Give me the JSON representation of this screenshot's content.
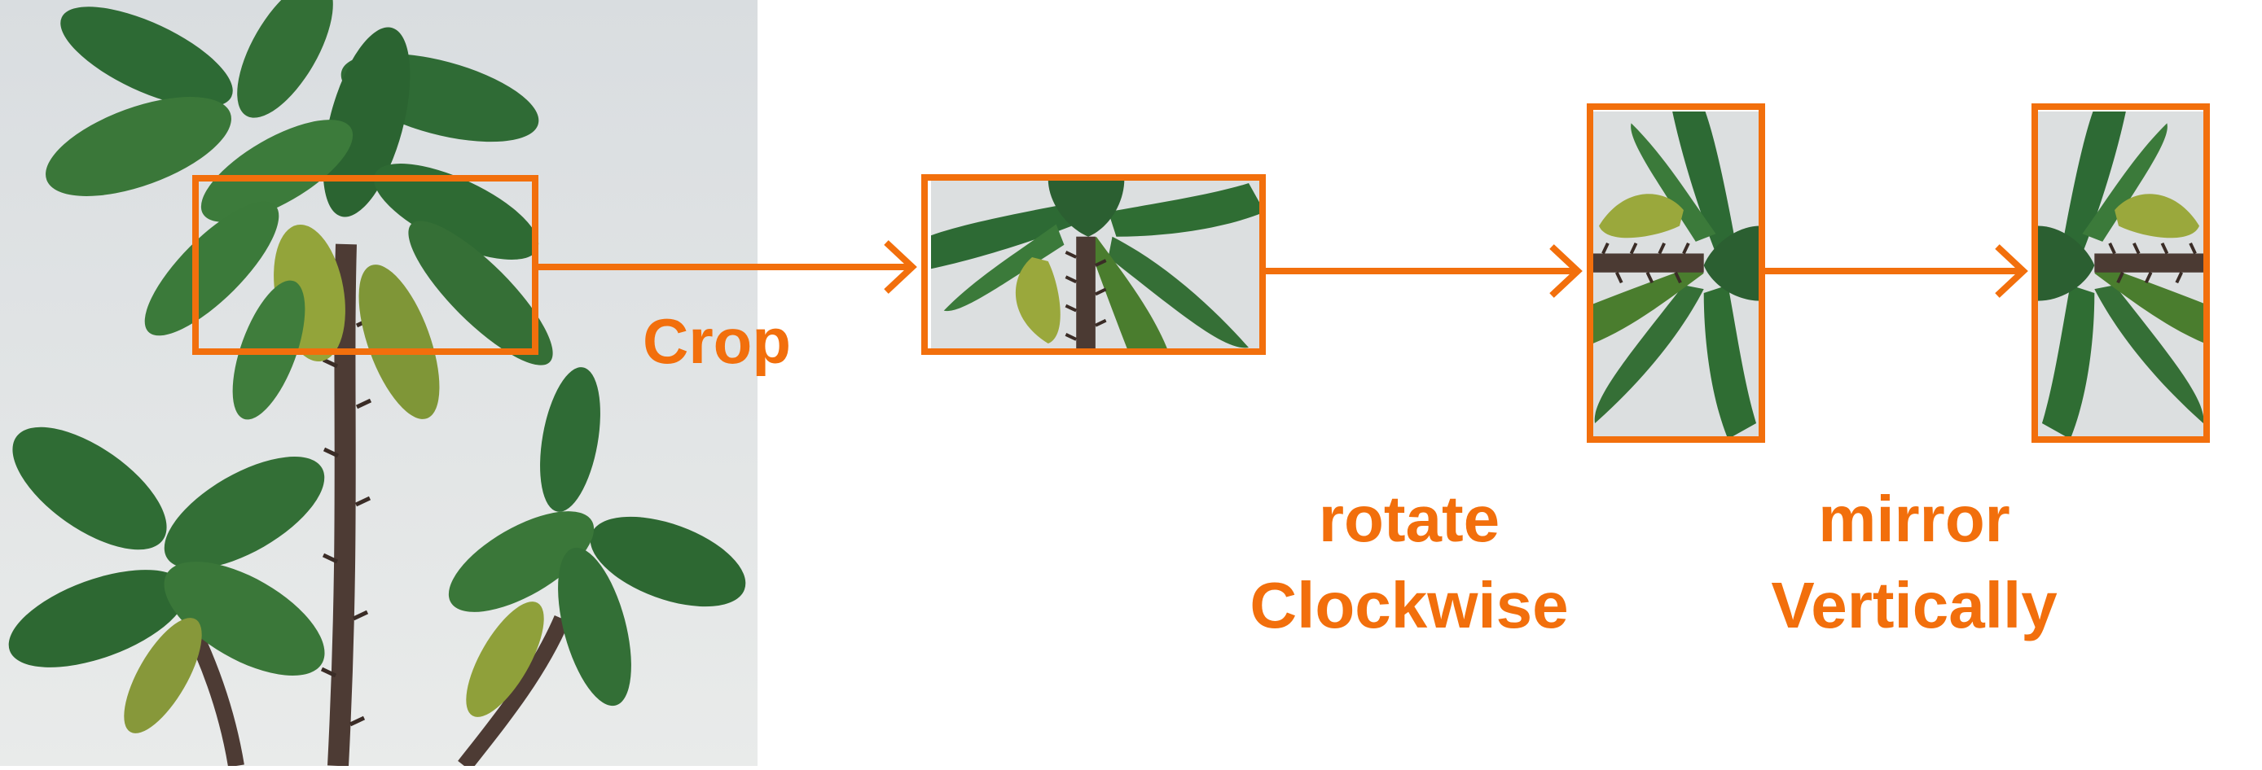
{
  "diagram": {
    "accent_color": "#f26f0c",
    "source_image": "plant-photo-icon",
    "steps": [
      {
        "id": "crop",
        "label": "Crop"
      },
      {
        "id": "rotate",
        "line1": "rotate",
        "line2": "Clockwise"
      },
      {
        "id": "mirror",
        "line1": "mirror",
        "line2": "Vertically"
      }
    ]
  }
}
